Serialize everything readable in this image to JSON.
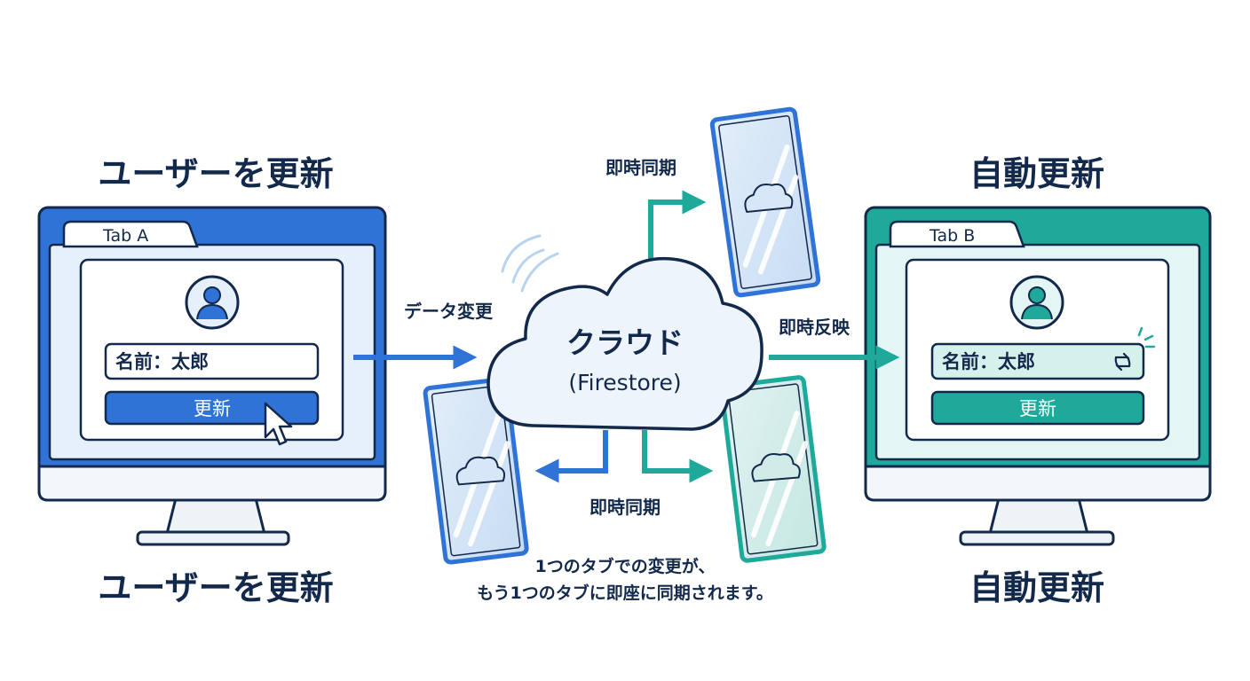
{
  "colors": {
    "navy": "#13294b",
    "blue": "#2f73d6",
    "teal": "#1ea99a",
    "light_blue": "#e6f0fa",
    "light_teal": "#e3f6f3",
    "cloud_fill": "#eef4fb"
  },
  "left_panel": {
    "heading_top": "ユーザーを更新",
    "heading_bottom": "ユーザーを更新",
    "tab_label": "Tab A",
    "field_text": "名前：太郎",
    "button_label": "更新",
    "icons": [
      "user-avatar-icon",
      "mouse-cursor-icon"
    ]
  },
  "right_panel": {
    "heading_top": "自動更新",
    "heading_bottom": "自動更新",
    "tab_label": "Tab B",
    "field_text": "名前：太郎",
    "button_label": "更新",
    "icons": [
      "user-avatar-icon",
      "sync-icon",
      "sparkle-icon"
    ]
  },
  "center": {
    "cloud_title": "クラウド",
    "cloud_subtitle": "(Firestore)",
    "label_data_change": "データ変更",
    "label_instant_reflect": "即時反映",
    "label_sync_top": "即時同期",
    "label_sync_bottom": "即時同期",
    "icons": [
      "cloud-icon",
      "wifi-signal-icon"
    ]
  },
  "caption": {
    "line1": "1つのタブでの変更が、",
    "line2": "もう1つのタブに即座に同期されます。"
  }
}
